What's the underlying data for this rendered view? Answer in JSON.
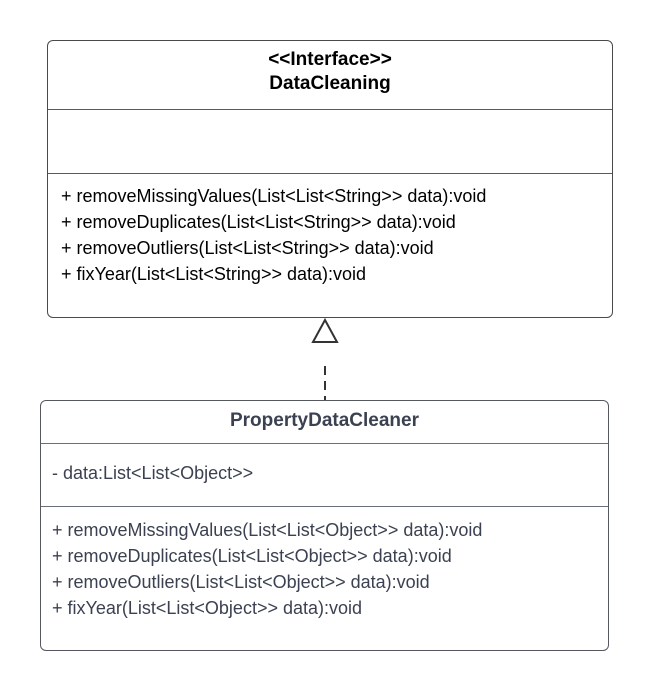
{
  "interface_class": {
    "stereotype": "<<Interface>>",
    "name": "DataCleaning",
    "attributes": [],
    "methods": [
      "+ removeMissingValues(List<List<String>> data):void",
      "+ removeDuplicates(List<List<String>> data):void",
      "+ removeOutliers(List<List<String>> data):void",
      "+ fixYear(List<List<String>> data):void"
    ]
  },
  "implementing_class": {
    "name": "PropertyDataCleaner",
    "attributes": [
      "- data:List<List<Object>>"
    ],
    "methods": [
      "+ removeMissingValues(List<List<Object>> data):void",
      "+ removeDuplicates(List<List<Object>> data):void",
      "+ removeOutliers(List<List<Object>> data):void",
      "+ fixYear(List<List<Object>> data):void"
    ]
  },
  "relationship": {
    "type": "realization",
    "from": "PropertyDataCleaner",
    "to": "DataCleaning"
  },
  "colors": {
    "interface_text": "#000000",
    "class_text": "#3b4150",
    "border": "#4a4a4a"
  }
}
